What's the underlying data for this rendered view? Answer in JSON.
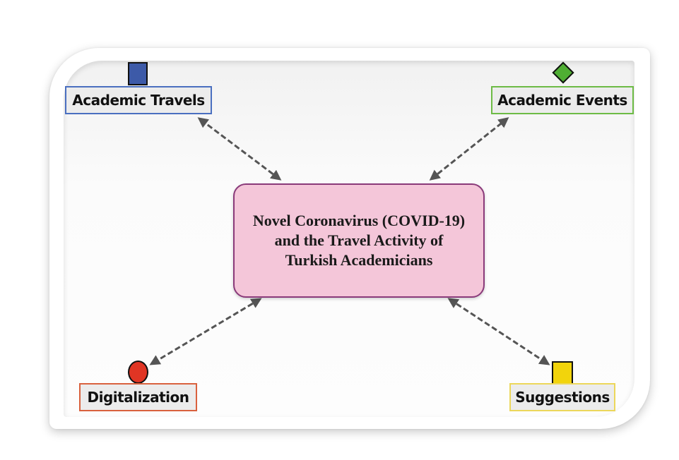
{
  "diagram": {
    "center": {
      "lines": [
        "Novel Coronavirus (COVID-19)",
        "and the Travel Activity of",
        "Turkish Academicians"
      ],
      "fill": "#f4c6d9",
      "border": "#8a3a7a"
    },
    "nodes": [
      {
        "id": "academic-travels",
        "label": "Academic Travels",
        "border": "#4a6fc0",
        "marker": "square",
        "marker_color": "#3d5aa8"
      },
      {
        "id": "academic-events",
        "label": "Academic Events",
        "border": "#6dbb45",
        "marker": "diamond",
        "marker_color": "#4fae33"
      },
      {
        "id": "digitalization",
        "label": "Digitalization",
        "border": "#d9613e",
        "marker": "circle",
        "marker_color": "#e03524"
      },
      {
        "id": "suggestions",
        "label": "Suggestions",
        "border": "#ecd75a",
        "marker": "square",
        "marker_color": "#f2d40c"
      }
    ],
    "edges": [
      {
        "from": "center",
        "to": "academic-travels",
        "style": "dashed",
        "arrows": "both"
      },
      {
        "from": "center",
        "to": "academic-events",
        "style": "dashed",
        "arrows": "both"
      },
      {
        "from": "center",
        "to": "digitalization",
        "style": "dashed",
        "arrows": "both"
      },
      {
        "from": "center",
        "to": "suggestions",
        "style": "dashed",
        "arrows": "both"
      }
    ]
  }
}
